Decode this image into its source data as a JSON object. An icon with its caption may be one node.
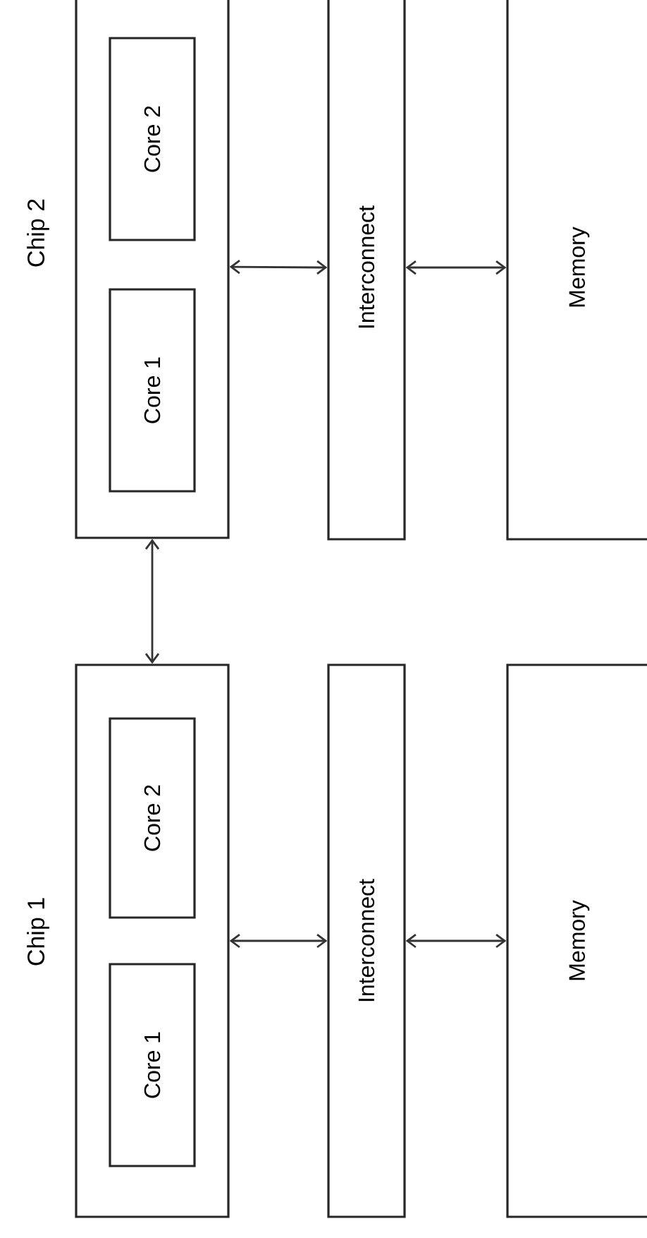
{
  "diagram": {
    "nodes": [
      {
        "text": [
          "Chip 1"
        ]
      },
      {
        "text": [
          "Core 1"
        ],
        "in": 0
      },
      {
        "text": [
          "Core 2"
        ],
        "in": 0
      },
      {
        "text": [
          "Interconnect"
        ]
      },
      {
        "text": [
          "Memory"
        ]
      },
      {
        "text": [
          "Chip 2"
        ]
      },
      {
        "text": [
          "Core 1"
        ],
        "in": 5
      },
      {
        "text": [
          "Core 2"
        ],
        "in": 5
      },
      {
        "text": [
          "Interconnect"
        ]
      },
      {
        "text": [
          "Memory"
        ]
      }
    ],
    "edges": [
      {
        "from": 0,
        "to": 3,
        "arrow": "both"
      },
      {
        "from": 3,
        "to": 4,
        "arrow": "both"
      },
      {
        "from": 5,
        "to": 8,
        "arrow": "both"
      },
      {
        "from": 8,
        "to": 9,
        "arrow": "both"
      },
      {
        "from": 5,
        "to": 0,
        "arrow": "both"
      }
    ]
  }
}
